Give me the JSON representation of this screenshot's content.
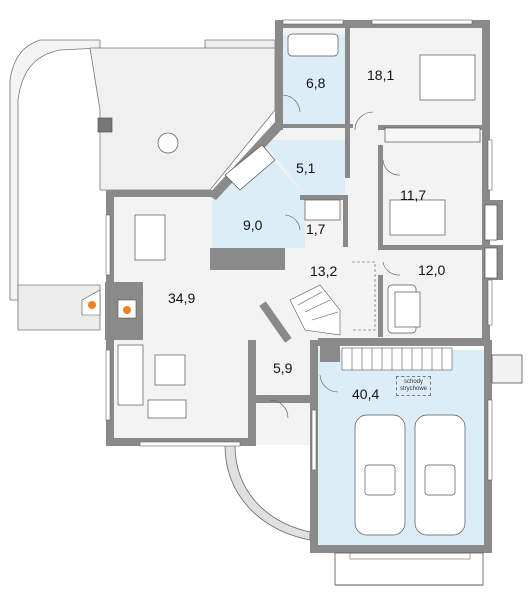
{
  "rooms": [
    {
      "id": "bathroom-upper",
      "area": "6,8"
    },
    {
      "id": "bedroom-master",
      "area": "18,1"
    },
    {
      "id": "wc",
      "area": "5,1"
    },
    {
      "id": "bedroom-middle",
      "area": "11,7"
    },
    {
      "id": "kitchen",
      "area": "9,0"
    },
    {
      "id": "pantry",
      "area": "1,7"
    },
    {
      "id": "hall",
      "area": "13,2"
    },
    {
      "id": "bedroom-lower",
      "area": "12,0"
    },
    {
      "id": "living-room",
      "area": "34,9"
    },
    {
      "id": "vestibule",
      "area": "5,9"
    },
    {
      "id": "garage",
      "area": "40,4"
    }
  ],
  "notes": {
    "attic_stairs_line1": "schody",
    "attic_stairs_line2": "strychowe"
  },
  "colors": {
    "wall": "#8a8a8a",
    "floor": "#f3f3f3",
    "wet_area": "#dcedf8",
    "terrace": "#eeeeee",
    "line": "#555555"
  }
}
